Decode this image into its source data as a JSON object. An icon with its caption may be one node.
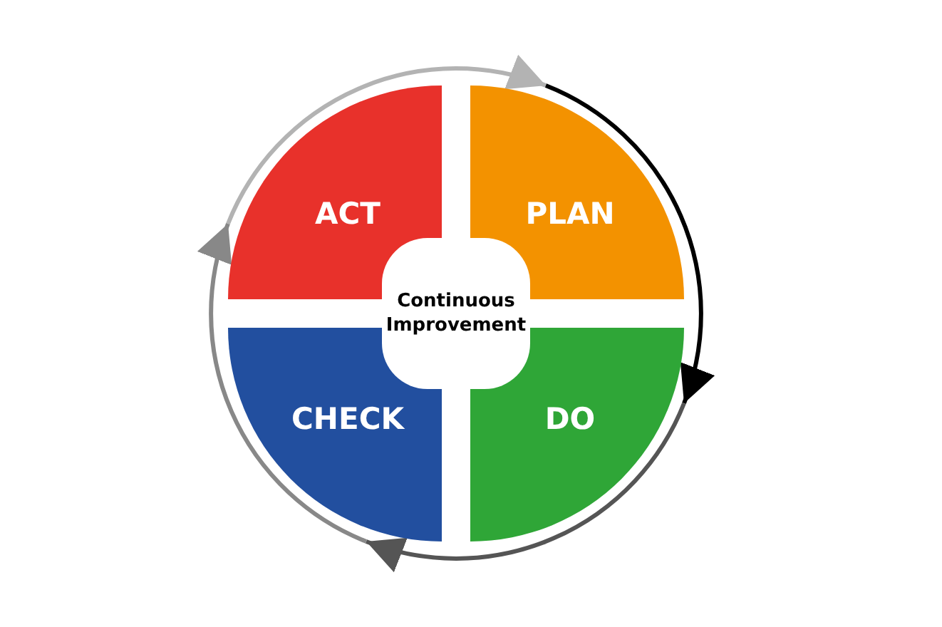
{
  "diagram": {
    "nodes": [
      {
        "text": [
          "ACT"
        ]
      },
      {
        "text": [
          "PLAN"
        ]
      },
      {
        "text": [
          "CHECK"
        ]
      },
      {
        "text": [
          "DO"
        ]
      },
      {
        "text": [
          "Continuous Improvement"
        ]
      }
    ],
    "edges": [
      {
        "from": 0,
        "to": 1,
        "arrow": "to",
        "color": "#b3b3b3"
      },
      {
        "from": 1,
        "to": 3,
        "arrow": "to",
        "color": "#000000"
      },
      {
        "from": 3,
        "to": 2,
        "arrow": "to",
        "color": "#555555"
      },
      {
        "from": 2,
        "to": 0,
        "arrow": "to",
        "color": "#888888"
      }
    ]
  }
}
